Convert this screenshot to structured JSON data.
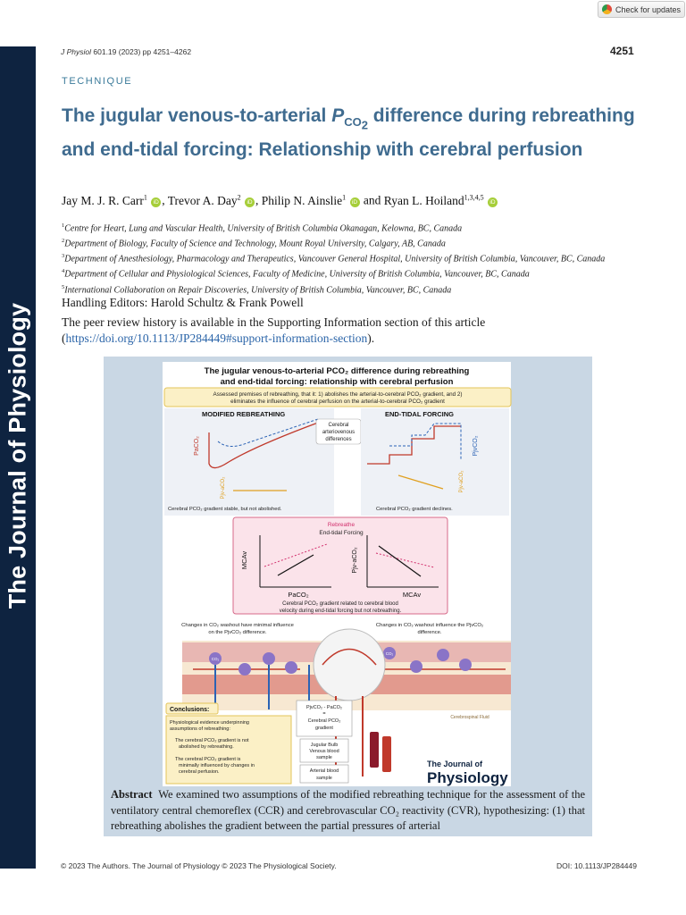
{
  "check_updates": {
    "label": "Check for updates"
  },
  "sidebar": {
    "journal_name": "The Journal of Physiology"
  },
  "header": {
    "journal_abbr": "J Physiol",
    "volume_pages": "601.19 (2023) pp 4251–4262",
    "page_number": "4251"
  },
  "section_label": "TECHNIQUE",
  "title": {
    "part1": "The jugular venous-to-arterial ",
    "p_symbol": "P",
    "p_subscript": "CO",
    "p_sub2": "2",
    "part2": " difference during rebreathing and end-tidal forcing: Relationship with cerebral perfusion"
  },
  "authors": [
    {
      "name": "Jay M. J. R. Carr",
      "sup": "1",
      "sep": ", "
    },
    {
      "name": "Trevor A. Day",
      "sup": "2",
      "sep": ", "
    },
    {
      "name": "Philip N. Ainslie",
      "sup": "1",
      "sep": " and "
    },
    {
      "name": "Ryan L. Hoiland",
      "sup": "1,3,4,5",
      "sep": ""
    }
  ],
  "orcid_label": "iD",
  "affiliations": [
    {
      "num": "1",
      "text": "Centre for Heart, Lung and Vascular Health, University of British Columbia Okanagan, Kelowna, BC, Canada"
    },
    {
      "num": "2",
      "text": "Department of Biology, Faculty of Science and Technology, Mount Royal University, Calgary, AB, Canada"
    },
    {
      "num": "3",
      "text": "Department of Anesthesiology, Pharmacology and Therapeutics, Vancouver General Hospital, University of British Columbia, Vancouver, BC, Canada"
    },
    {
      "num": "4",
      "text": "Department of Cellular and Physiological Sciences, Faculty of Medicine, University of British Columbia, Vancouver, BC, Canada"
    },
    {
      "num": "5",
      "text": "International Collaboration on Repair Discoveries, University of British Columbia, Vancouver, BC, Canada"
    }
  ],
  "editors": "Handling Editors: Harold Schultz & Frank Powell",
  "peer_review": {
    "text": "The peer review history is available in the Supporting Information section of this article",
    "open_paren": "(",
    "link": "https://doi.org/10.1113/JP284449#support-information-section",
    "close": ")."
  },
  "figure": {
    "title_line1": "The jugular venous-to-arterial PCO₂ difference during rebreathing",
    "title_line2": "and end-tidal forcing: relationship with cerebral perfusion",
    "premise_line1": "Assessed premises of rebreathing, that it:  1) abolishes the arterial-to-cerebral PCO₂ gradient, and 2)",
    "premise_line2": "eliminates the influence of cerebral perfusion on the arterial-to-cerebral PCO₂ gradient",
    "left_heading": "MODIFIED REBREATHING",
    "right_heading": "END-TIDAL FORCING",
    "center_label_1": "Cerebral",
    "center_label_2": "arteriovenous",
    "center_label_3": "differences",
    "paco2_label": "PaCO₂",
    "pjvco2_label": "PjvCO₂",
    "pjva_label": "Pjv-aCO₂",
    "left_caption": "Cerebral PCO₂ gradient stable, but not abolished.",
    "right_caption": "Cerebral PCO₂ gradient declines.",
    "legend_rebreathe": "Rebreathe",
    "legend_etf": "End-tidal Forcing",
    "mcav_label": "MCAv",
    "pjva_axis": "Pjv-aCO₂",
    "paco2_axis": "PaCO₂",
    "mcav_axis": "MCAv",
    "mid_caption_1": "Cerebral PCO₂ gradient related to cerebral blood",
    "mid_caption_2": "velocity during end-tidal forcing but not rebreathing.",
    "washout_left_1": "Changes in CO₂ washout have minimal influence",
    "washout_left_2": "on the PjvCO₂ difference.",
    "washout_right_1": "Changes in CO₂ washout influence the PjvCO₂",
    "washout_right_2": "difference.",
    "co2": "CO₂",
    "csf_label": "Cerebrospinal Fluid",
    "conclusions_title": "Conclusions:",
    "conclusions_intro_1": "Physiological evidence underpinning",
    "conclusions_intro_2": "assumptions of rebreathing:",
    "bullet1_1": "The cerebral PCO₂ gradient is not",
    "bullet1_2": "abolished by rebreathing.",
    "bullet2_1": "The cerebral PCO₂ gradient is",
    "bullet2_2": "minimally influenced by changes in",
    "bullet2_3": "cerebral perfusion.",
    "formula_1": "PjvCO₂ - PaCO₂",
    "formula_2": "=",
    "formula_3": "Cerebral PCO₂",
    "formula_4": "gradient",
    "jugular_1": "Jugular Bulb",
    "jugular_2": "Venous blood",
    "jugular_3": "sample",
    "arterial_1": "Arterial blood",
    "arterial_2": "sample",
    "logo_small": "The Journal of",
    "logo_big": "Physiology"
  },
  "abstract": {
    "heading": "Abstract",
    "text": "We examined two assumptions of the modified rebreathing technique for the assessment of the ventilatory central chemoreflex (CCR) and cerebrovascular CO₂ reactivity (CVR), hypothesizing: (1) that rebreathing abolishes the gradient between the partial pressures of arterial"
  },
  "footer": {
    "copyright": "© 2023 The Authors. The Journal of Physiology © 2023 The Physiological Society.",
    "doi": "DOI: 10.1113/JP284449"
  },
  "colors": {
    "sidebar": "#0e2340",
    "title": "#3f6b8f",
    "link": "#2a64a8",
    "figure_bg": "#c9d7e4",
    "orcid": "#a6ce39"
  }
}
